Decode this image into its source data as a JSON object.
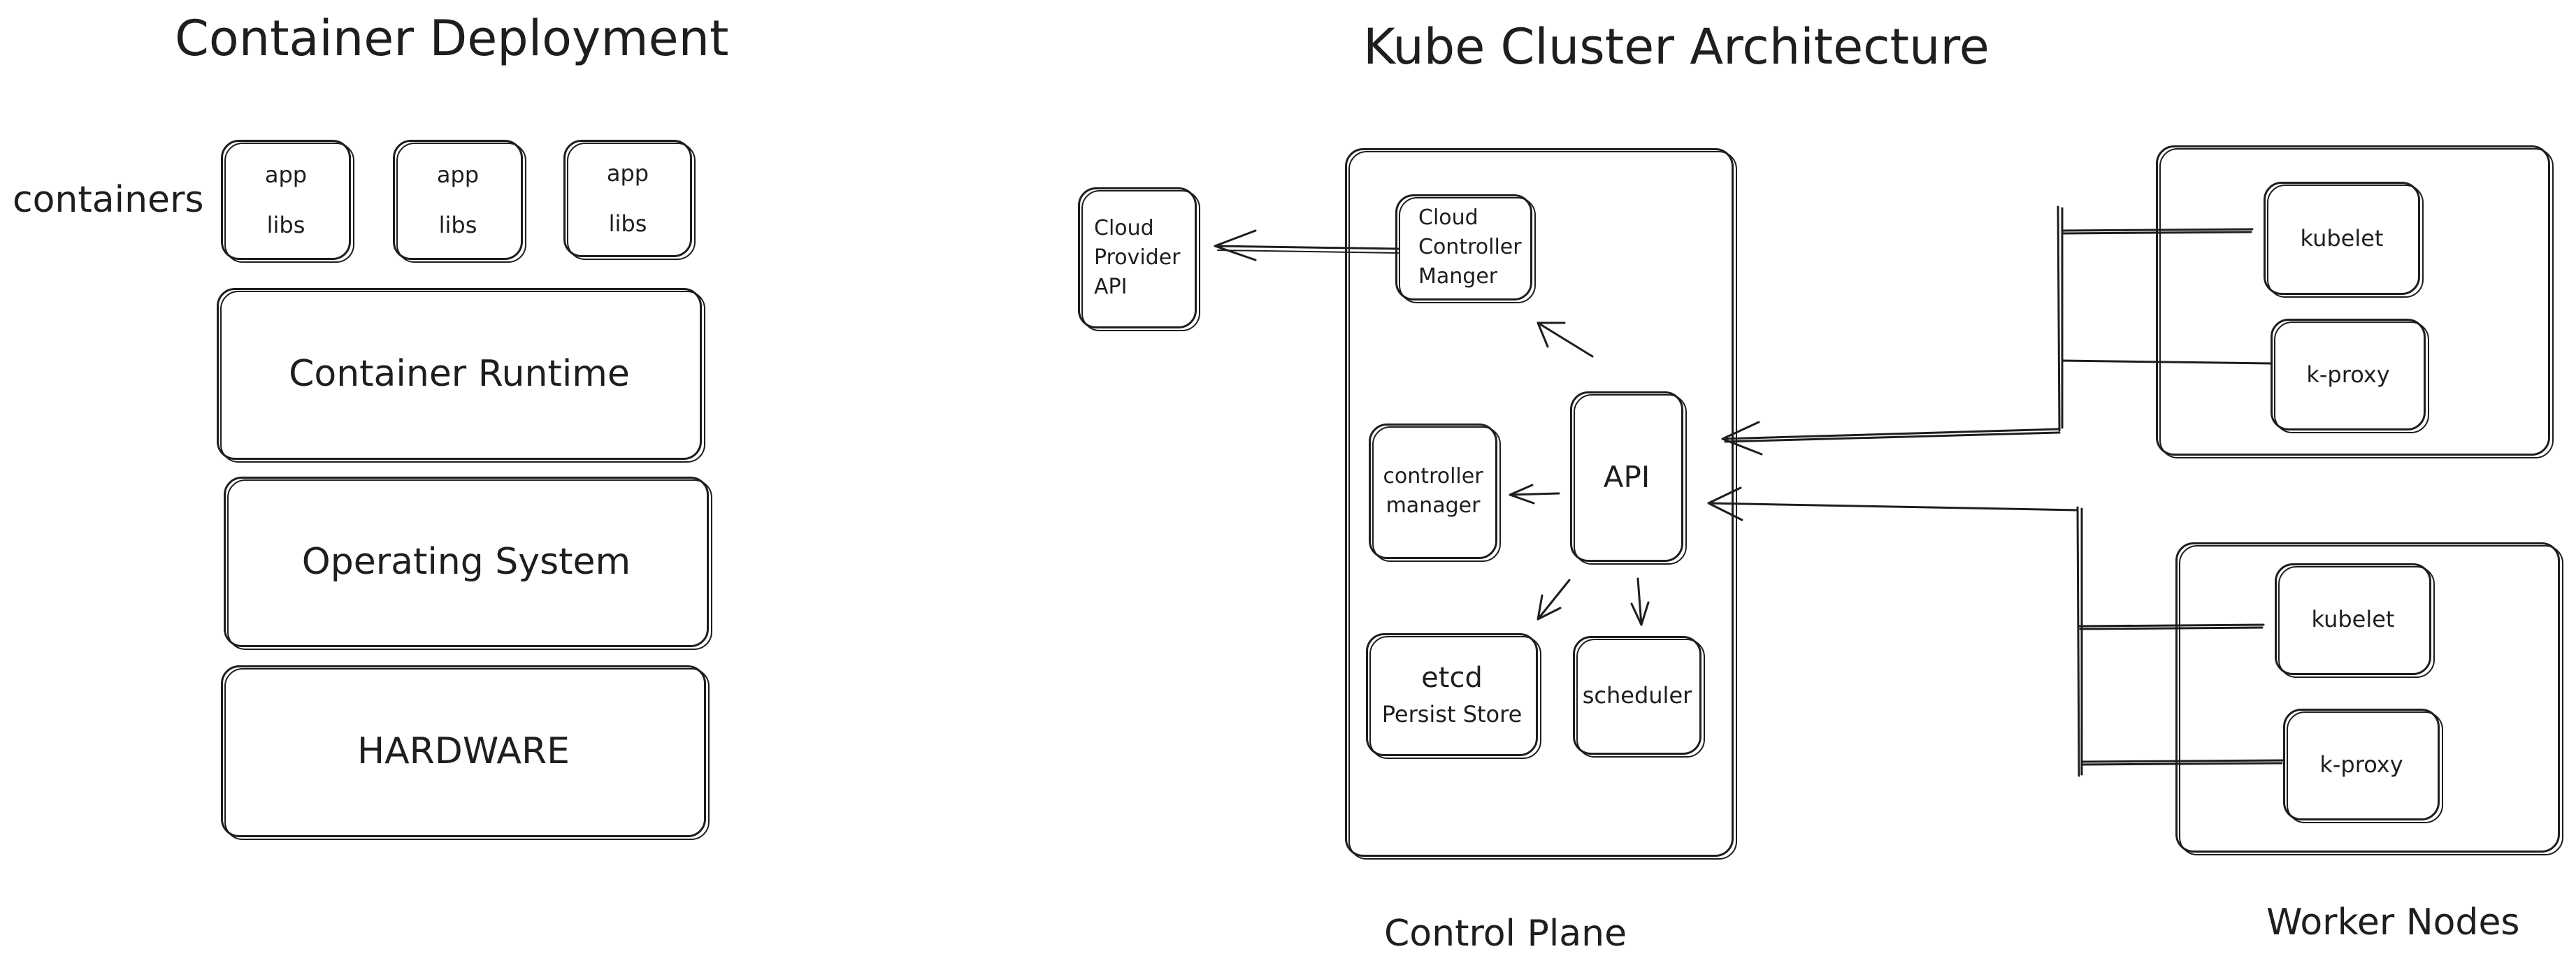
{
  "left": {
    "title": "Container Deployment",
    "containers_label": "containers",
    "container_boxes": [
      {
        "line1": "app",
        "line2": "libs"
      },
      {
        "line1": "app",
        "line2": "libs"
      },
      {
        "line1": "app",
        "line2": "libs"
      }
    ],
    "runtime": "Container Runtime",
    "os": "Operating System",
    "hardware": "HARDWARE"
  },
  "right": {
    "title": "Kube Cluster Architecture",
    "cloud_api": [
      "Cloud",
      "Provider",
      "API"
    ],
    "ccm": [
      "Cloud",
      "Controller",
      "Manger"
    ],
    "controller_manager": [
      "controller",
      "manager"
    ],
    "api": "API",
    "etcd": [
      "etcd",
      "Persist Store"
    ],
    "scheduler": "scheduler",
    "control_plane_label": "Control Plane",
    "worker_nodes_label": "Worker Nodes",
    "node1": {
      "kubelet": "kubelet",
      "proxy": "k-proxy"
    },
    "node2": {
      "kubelet": "kubelet",
      "proxy": "k-proxy"
    }
  }
}
